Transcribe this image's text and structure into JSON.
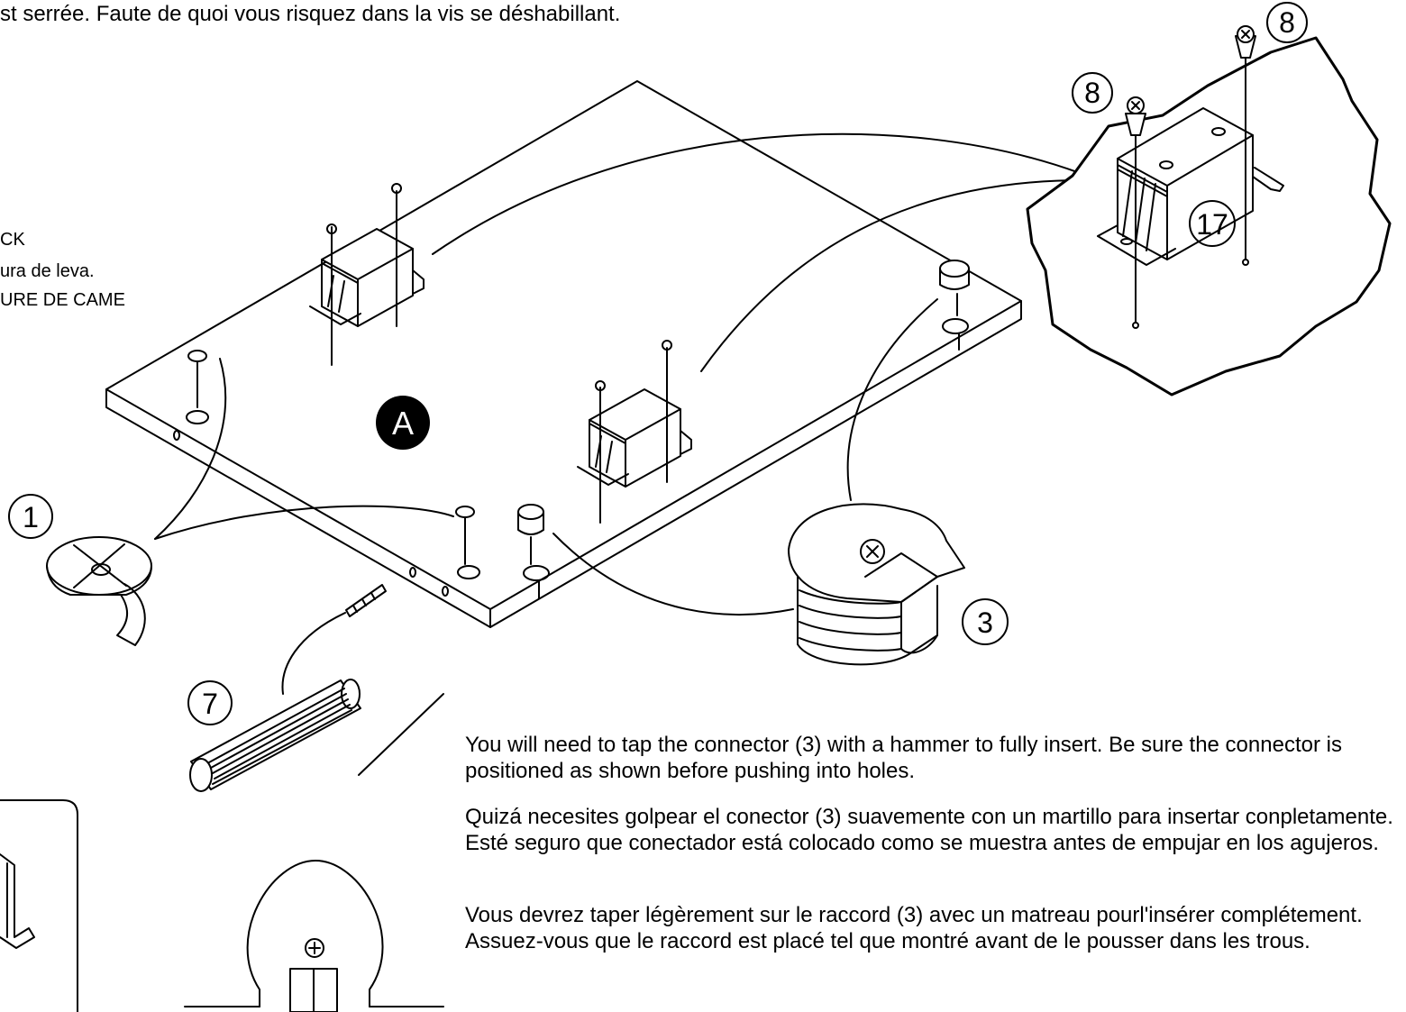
{
  "header_text": "st serrée. Faute de quoi vous risquez dans la vis se déshabillant.",
  "cam_lock_labels": [
    "CK",
    "ura de leva.",
    "URE DE CAME"
  ],
  "panel_label": "A",
  "callouts": {
    "cam_lock": "1",
    "connector": "3",
    "dowel": "7",
    "screw_left": "8",
    "screw_right": "8",
    "bracket": "17"
  },
  "notes": {
    "english": "You will need to tap the connector (3) with a hammer to fully insert.  Be sure the connector is positioned as shown before pushing into holes.",
    "spanish": "Quizá necesites golpear el conector (3) suavemente con un martillo para insertar conpletamente.  Esté seguro que conectador está colocado como se muestra antes de empujar en los agujeros.",
    "french": "Vous devrez taper légèrement sur le raccord (3) avec un matreau pourl'insérer complétement.  Assuez-vous que le raccord est placé tel que montré avant de le pousser dans les trous."
  }
}
